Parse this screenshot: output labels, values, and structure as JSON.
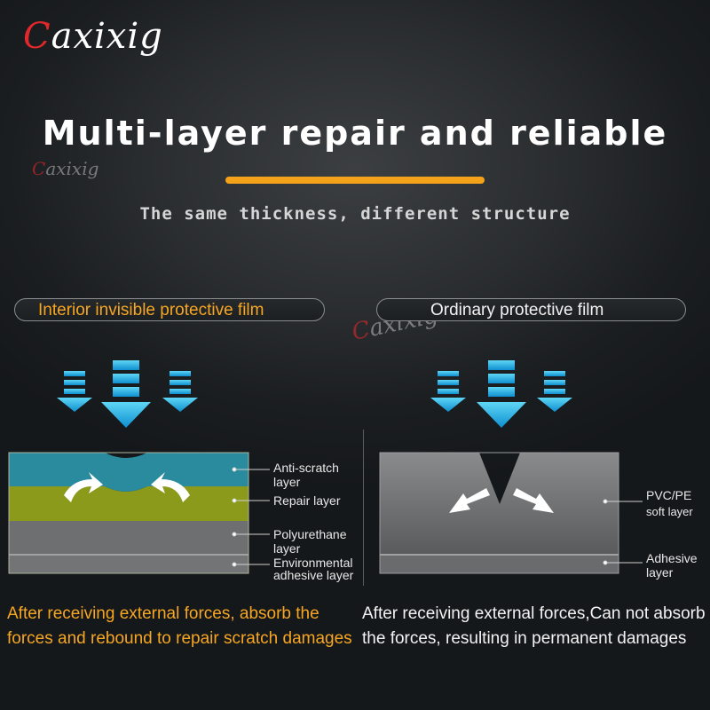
{
  "brand": {
    "logo_main": "axixig",
    "logo_initial": "C"
  },
  "header": {
    "title": "Multi-layer repair and reliable",
    "subtitle": "The same thickness, different structure"
  },
  "left_panel": {
    "heading": "Interior invisible protective film",
    "layers": [
      {
        "label_line1": "Anti-scratch",
        "label_line2": "layer",
        "color": "#2a8a9e"
      },
      {
        "label_line1": "Repair layer",
        "label_line2": "",
        "color": "#8c9a1c"
      },
      {
        "label_line1": "Polyurethane",
        "label_line2": "layer",
        "color": "#6e6f70"
      },
      {
        "label_line1": "Environmental",
        "label_line2": "adhesive layer",
        "color": "#737475"
      }
    ],
    "description": "After receiving external forces, absorb the forces and rebound to repair scratch damages"
  },
  "right_panel": {
    "heading": "Ordinary protective film",
    "layers": [
      {
        "label_line1": "PVC/PE",
        "label_line2": "soft layer"
      },
      {
        "label_line1": "Adhesive",
        "label_line2": "layer"
      }
    ],
    "description": "After receiving external forces,Can not absorb the forces, resulting in permanent damages"
  },
  "colors": {
    "accent_orange": "#f6a623",
    "arrow_blue": "#1aaee0",
    "brand_red": "#e1282b"
  },
  "icons": [
    "force-arrow-icon",
    "rebound-arrow-icon",
    "spread-arrow-icon"
  ]
}
